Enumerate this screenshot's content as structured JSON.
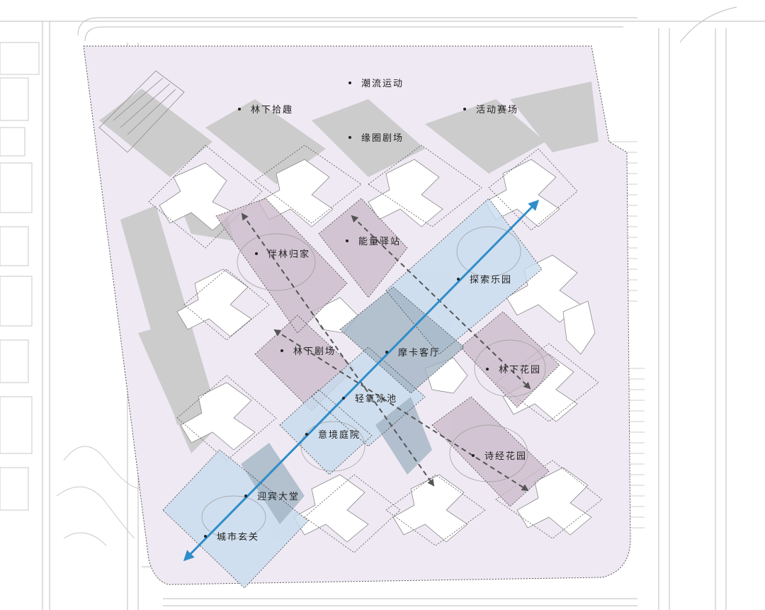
{
  "colors": {
    "site_fill": "#efe9f3",
    "shadow": "#c9c9c9",
    "building": "#ffffff",
    "mauve_zone": "#c9b8c8",
    "blue_zone": "#c8dcee",
    "slate_zone": "#9fb2c2",
    "axis_blue": "#2f8dca",
    "axis_gray": "#555555",
    "road_line": "#bdbdbd"
  },
  "zones": [
    {
      "id": "chaoliu",
      "label": "潮流运动"
    },
    {
      "id": "linxia-shiqu",
      "label": "林下拾趣"
    },
    {
      "id": "huodong",
      "label": "活动赛场"
    },
    {
      "id": "yuanquan",
      "label": "缘圈剧场"
    },
    {
      "id": "banlin",
      "label": "伴林归家"
    },
    {
      "id": "nengliang",
      "label": "能量驿站"
    },
    {
      "id": "tansuo",
      "label": "探索乐园"
    },
    {
      "id": "linxia-juchang",
      "label": "林下剧场"
    },
    {
      "id": "moka",
      "label": "摩卡客厅"
    },
    {
      "id": "linxia-huayuan",
      "label": "林下花园"
    },
    {
      "id": "qingyang",
      "label": "轻氧泳池"
    },
    {
      "id": "yijing",
      "label": "意境庭院"
    },
    {
      "id": "shijing",
      "label": "诗经花园"
    },
    {
      "id": "yingbin",
      "label": "迎宾大堂"
    },
    {
      "id": "chengshi",
      "label": "城市玄关"
    }
  ]
}
